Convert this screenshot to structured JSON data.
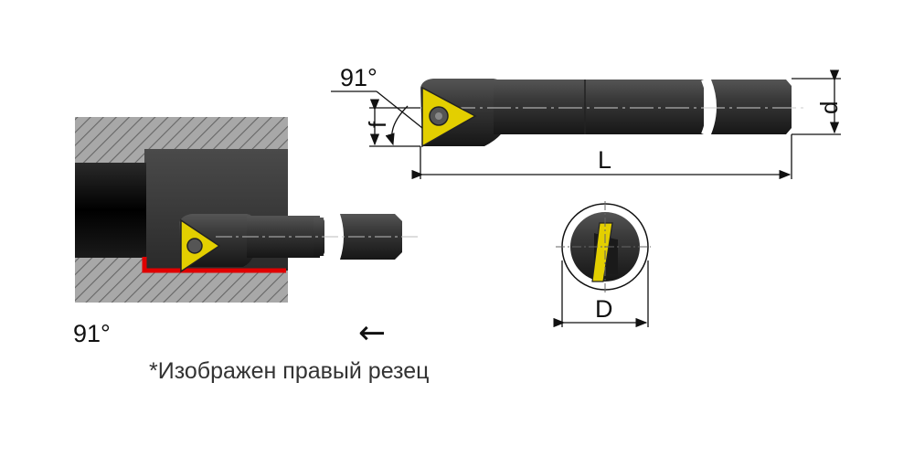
{
  "labels": {
    "angle_top": "91°",
    "angle_bottom": "91°",
    "dim_f": "f",
    "dim_d": "d",
    "dim_L": "L",
    "dim_D": "D",
    "feed_arrow": "←",
    "caption": "*Изображен правый резец"
  },
  "colors": {
    "insert": "#e3cf00",
    "body": "#333333",
    "body_dark": "#111111",
    "cut_line": "#e00000",
    "hatch": "#777777",
    "hatch_bg": "#9a9a9a"
  }
}
